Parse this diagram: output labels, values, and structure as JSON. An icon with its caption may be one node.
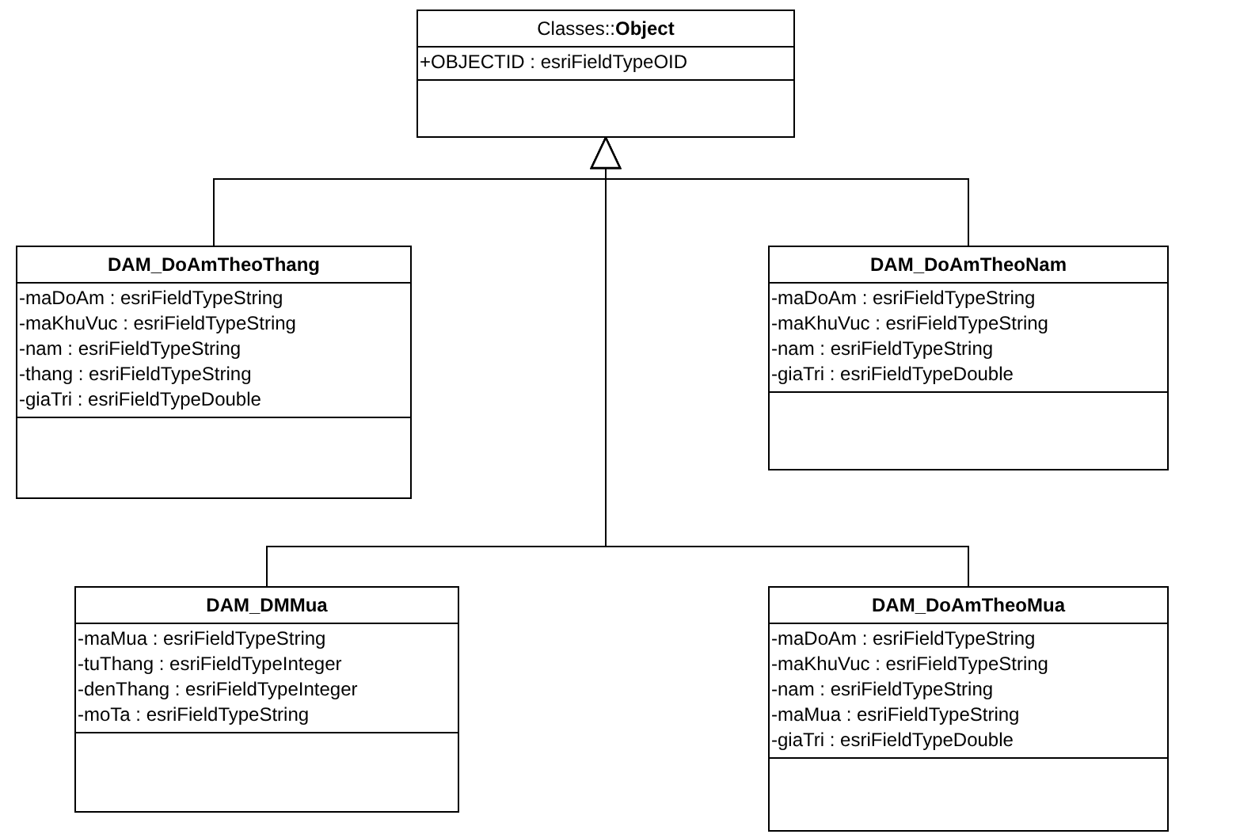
{
  "diagram": {
    "nodes": [
      {
        "text": [
          "Classes::**Object**",
          "+OBJECTID : esriFieldTypeOID"
        ]
      },
      {
        "text": [
          "DAM_DoAmTheoThang",
          "-maDoAm : esriFieldTypeString",
          "-maKhuVuc : esriFieldTypeString",
          "-nam : esriFieldTypeString",
          "-thang : esriFieldTypeString",
          "-giaTri : esriFieldTypeDouble"
        ]
      },
      {
        "text": [
          "DAM_DoAmTheoNam",
          "-maDoAm : esriFieldTypeString",
          "-maKhuVuc : esriFieldTypeString",
          "-nam : esriFieldTypeString",
          "-giaTri : esriFieldTypeDouble"
        ]
      },
      {
        "text": [
          "DAM_DMMua",
          "-maMua : esriFieldTypeString",
          "-tuThang : esriFieldTypeInteger",
          "-denThang : esriFieldTypeInteger",
          "-moTa : esriFieldTypeString"
        ]
      },
      {
        "text": [
          "DAM_DoAmTheoMua",
          "-maDoAm : esriFieldTypeString",
          "-maKhuVuc : esriFieldTypeString",
          "-nam : esriFieldTypeString",
          "-maMua : esriFieldTypeString",
          "-giaTri : esriFieldTypeDouble"
        ]
      }
    ],
    "edges": [
      {
        "from": 1,
        "to": 0,
        "arrow": "to"
      },
      {
        "from": 2,
        "to": 0,
        "arrow": "to"
      },
      {
        "from": 3,
        "to": 0,
        "arrow": "to"
      },
      {
        "from": 4,
        "to": 0,
        "arrow": "to"
      }
    ]
  }
}
